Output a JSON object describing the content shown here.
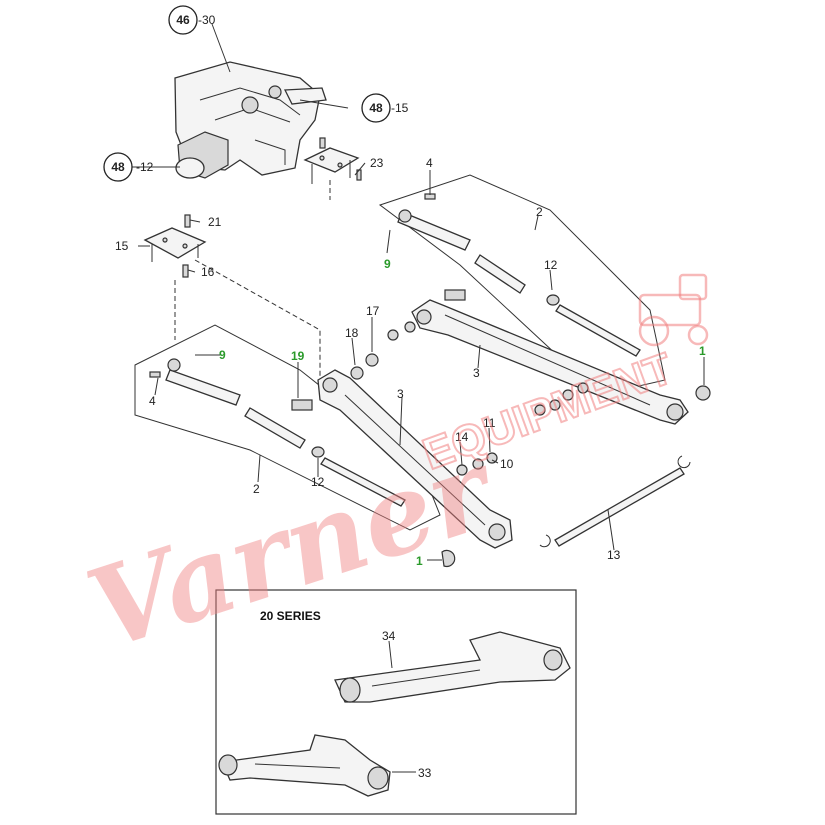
{
  "callouts": {
    "c46": "46",
    "c46_suffix": "-30",
    "c48a": "48",
    "c48a_suffix": "-15",
    "c48b": "48",
    "c48b_suffix": "-12",
    "p23": "23",
    "p21": "21",
    "p15": "15",
    "p16": "16",
    "p4a": "4",
    "p2a": "2",
    "p9a": "9",
    "p12a": "12",
    "p17": "17",
    "p18": "18",
    "p3a": "3",
    "p1a": "1",
    "p9b": "9",
    "p19": "19",
    "p4b": "4",
    "p3b": "3",
    "p14": "14",
    "p11": "11",
    "p10": "10",
    "p2b": "2",
    "p12b": "12",
    "p1b": "1",
    "p13": "13",
    "p34": "34",
    "p33": "33"
  },
  "inset": {
    "title": "20 SERIES"
  },
  "watermark": {
    "script": "Varner",
    "sub": "EQUIPMENT"
  },
  "colors": {
    "callout_highlight": "#2a9a2a",
    "watermark": "#f08080"
  }
}
